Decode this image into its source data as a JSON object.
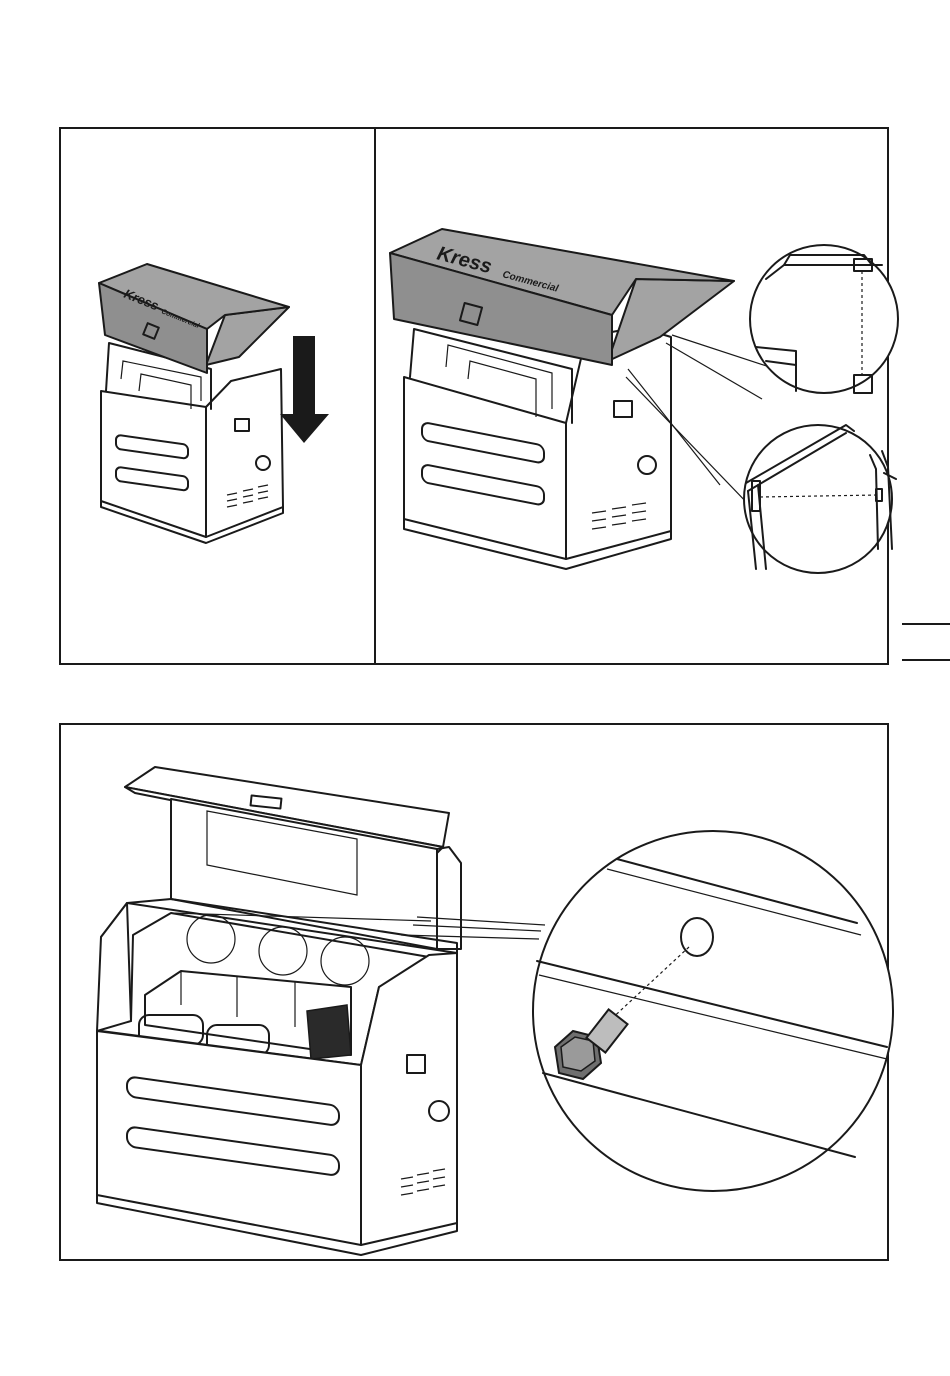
{
  "brand": {
    "name": "Kress",
    "line": "Commercial"
  },
  "figures": [
    {
      "id": "lid-lowering",
      "panel": "top-left",
      "icon": "down-arrow-icon"
    },
    {
      "id": "lid-hinge-detail",
      "panel": "top-right",
      "icon": "magnifier-callout"
    },
    {
      "id": "lid-bolt-detail",
      "panel": "bottom",
      "icon": "bolt-callout"
    }
  ],
  "colors": {
    "line": "#1a1a1a",
    "lid": "#8f8f8f",
    "background": "#ffffff"
  }
}
